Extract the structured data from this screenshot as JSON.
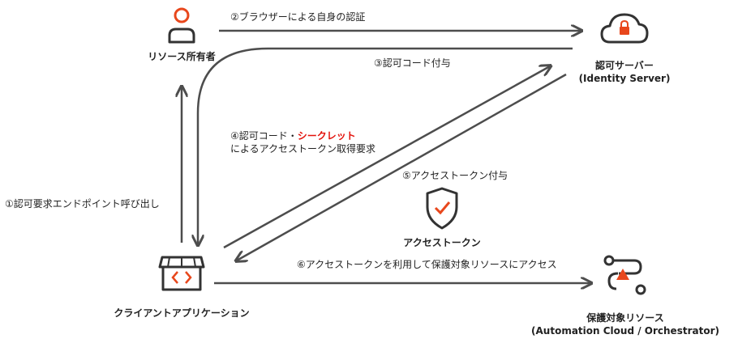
{
  "actors": {
    "resource_owner": "リソース所有者",
    "auth_server_line1": "認可サーバー",
    "auth_server_line2": "(Identity Server)",
    "client_app": "クライアントアプリケーション",
    "protected_resource_line1": "保護対象リソース",
    "protected_resource_line2": "(Automation Cloud / Orchestrator)",
    "access_token": "アクセストークン"
  },
  "steps": {
    "s1": "①認可要求エンドポイント呼び出し",
    "s2": "②ブラウザーによる自身の認証",
    "s3": "③認可コード付与",
    "s4_prefix": "④認可コード・",
    "s4_highlight": "シークレット",
    "s4_line2": "によるアクセストークン取得要求",
    "s5": "⑤アクセストークン付与",
    "s6": "⑥アクセストークンを利用して保護対象リソースにアクセス"
  },
  "icons": {
    "person": "person-icon",
    "cloud_lock": "cloud-lock-icon",
    "storefront_code": "storefront-code-icon",
    "shield_check": "shield-check-icon",
    "resource_flow": "resource-flow-icon"
  },
  "colors": {
    "accent": "#e8471c",
    "arrow": "#4d4d4d",
    "icon_dark": "#333333",
    "highlight": "#e3120b"
  }
}
